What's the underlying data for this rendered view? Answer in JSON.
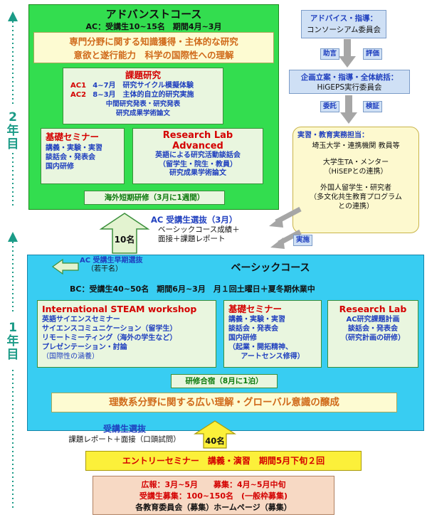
{
  "side_labels": {
    "year2": "2年目",
    "year1": "1年目"
  },
  "advanced": {
    "title": "アドバンストコース",
    "subtitle": "AC：受講生10~15名　期間4月~3月",
    "goal_line1": "専門分野に関する知識獲得・主体的な研究",
    "goal_line2": "意欲と遂行能力　科学の国際性への理解",
    "research": {
      "title": "課題研究",
      "ac1_label": "AC1",
      "ac1_text": "4~7月　研究サイクル模擬体験",
      "ac2_label": "AC2",
      "ac2_text": "8~3月　主体的自立的研究実施",
      "line3": "中間研究発表・研究発表",
      "line4": "研究成果学術論文"
    },
    "kiso": {
      "title": "基礎セミナー",
      "line1": "講義・実験・実習",
      "line2": "談話会・発表会",
      "line3": "国内研修"
    },
    "lab": {
      "title_line1": "Research Lab",
      "title_line2": "Advanced",
      "line1": "英語による研究活動談話会",
      "line2": "（留学生・院生・教員）",
      "line3": "研究成果学術論文"
    },
    "overseas": "海外短期研修（3月に1週間）"
  },
  "selection_ac": {
    "count": "10名",
    "title": "AC 受講生選抜（3月）",
    "line1": "ベーシックコース成績＋",
    "line2": "面接＋課題レポート"
  },
  "early_selection": {
    "title": "AC 受講生早期選抜",
    "sub": "（若干名）"
  },
  "basic": {
    "title": "ベーシックコース",
    "subtitle": "BC：受講生40~50名　期間6月~3月　月１回土曜日＋夏冬期休業中",
    "steam": {
      "title": "International STEAM workshop",
      "line1": "英語サイエンスセミナー",
      "line2": "サイエンスコミュニケーション（留学生）",
      "line3": "リモートミーティング（海外の学生など）",
      "line4": "プレゼンテーション・討論",
      "line5": "（国際性の涵養）"
    },
    "kiso": {
      "title": "基礎セミナー",
      "line1": "講義・実験・実習",
      "line2": "談話会・発表会",
      "line3": "国内研修",
      "line4": "（起業・開拓精神、",
      "line5": "アートセンス修得）"
    },
    "lab": {
      "title": "Research Lab",
      "line1": "AC研究課題計画",
      "line2": "談話会・発表会",
      "line3": "（研究計画の研修）"
    },
    "camp": "研修合宿（8月に1泊）",
    "goal": "理数系分野に関する広い理解・グローバル意識の醸成"
  },
  "selection_bc": {
    "title": "受講生選抜",
    "sub": "課題レポート＋面接（口頭試問）",
    "count": "40名"
  },
  "entry": {
    "text": "エントリーセミナー　講義・演習　期間5月下旬２回"
  },
  "recruit": {
    "line1": "広報：3月~5月　　募集：4月~5月中旬",
    "line2": "受講生募集：100~150名　(一般枠募集)",
    "line3": "各教育委員会（募集）ホームページ（募集）"
  },
  "right": {
    "advice_title": "アドバイス・指導：",
    "advice_org": "コンソーシアム委員会",
    "tag_jogen": "助言",
    "tag_hyoka": "評価",
    "plan_title": "企画立案・指導・全体統括：",
    "plan_org": "HiGEPS実行委員会",
    "tag_iso": "委託",
    "tag_kensho": "検証",
    "staff_title": "実習・教育実務担当：",
    "staff_line1": "埼玉大学・連携機関 教員等",
    "staff_line2": "大学生TA・メンター",
    "staff_line3": "（HiSEPとの連携）",
    "staff_line4": "外国人留学生・研究者",
    "staff_line5": "（多文化共生教育プログラム",
    "staff_line6": "との連携）",
    "tag_jisshi": "実施"
  },
  "colors": {
    "advanced_bg": "#33dd4f",
    "basic_bg": "#38cdf2",
    "inner_box": "#e9f6df",
    "goal_box": "#fdfbd2",
    "entry_bg": "#fcf03a",
    "recruit_bg": "#f7d9c4",
    "staff_bg": "#fdf9cf",
    "accent_red": "#d40000",
    "accent_blue": "#1f3fbf"
  }
}
